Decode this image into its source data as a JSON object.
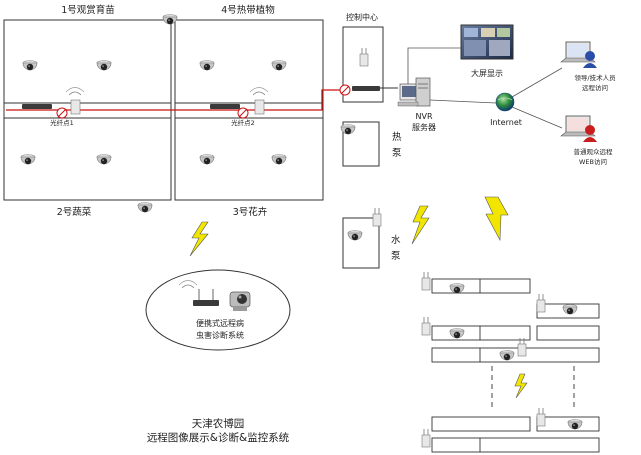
{
  "zones": {
    "zone1": "1号观赏育苗",
    "zone2": "2号蔬菜",
    "zone3": "3号花卉",
    "zone4": "4号热带植物"
  },
  "sampling_points": {
    "point1": "光纤点1",
    "point2": "光纤点2"
  },
  "control_center": "控制中心",
  "big_screen": "大屏显示",
  "nvr_line1": "NVR",
  "nvr_line2": "服务器",
  "internet": "Internet",
  "leader_access_line1": "领导/技术人员",
  "leader_access_line2": "远程访问",
  "public_access_line1": "普通观众远程",
  "public_access_line2": "WEB访问",
  "heat_pump_line1": "热",
  "heat_pump_line2": "泵",
  "water_pump_line1": "水",
  "water_pump_line2": "泵",
  "portable_line1": "便携式远程病",
  "portable_line2": "虫害诊断系统",
  "footer_line1": "天津农博园",
  "footer_line2": "远程图像展示&诊断&监控系统",
  "colors": {
    "network_line": "#cc1111",
    "lightning": "#f2e600",
    "box_border": "#333333"
  }
}
